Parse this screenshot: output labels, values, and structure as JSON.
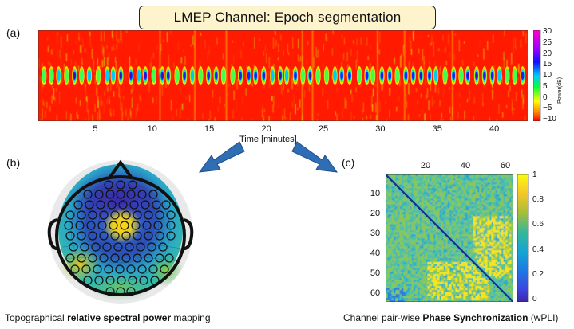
{
  "title": "LMEP Channel: Epoch segmentation",
  "panel_a": {
    "label": "(a)",
    "x_label": "Time [minutes]",
    "x_ticks": [
      "5",
      "10",
      "15",
      "20",
      "25",
      "30",
      "35",
      "40"
    ],
    "colorbar_label": "Power(dB)",
    "colorbar_ticks": [
      "30",
      "25",
      "20",
      "15",
      "10",
      "5",
      "0",
      "−5",
      "−10"
    ]
  },
  "panel_b": {
    "label": "(b)",
    "caption_before": "Topographical ",
    "caption_bold": "relative spectral power",
    "caption_after": " mapping"
  },
  "panel_c": {
    "label": "(c)",
    "top_ticks": [
      "20",
      "40",
      "60"
    ],
    "left_ticks": [
      "10",
      "20",
      "30",
      "40",
      "50",
      "60"
    ],
    "colorbar_ticks": [
      "1",
      "0.8",
      "0.6",
      "0.4",
      "0.2",
      "0"
    ],
    "caption_before": "Channel pair-wise ",
    "caption_bold": "Phase Synchronization",
    "caption_after": " (wPLI)"
  },
  "colors": {
    "spectrogram_red": "#ff1a00",
    "title_box_fill": "#fdf3cc",
    "arrow_blue": "#2f6db5",
    "matrix_diagonal": "#1a2a8a"
  }
}
